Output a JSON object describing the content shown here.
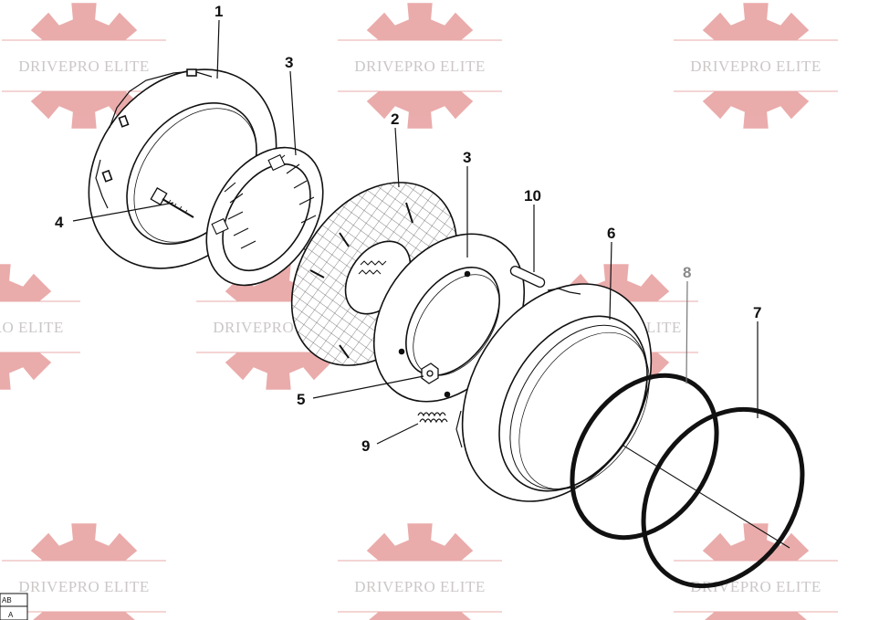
{
  "watermark": {
    "text": "DRIVEPRO ELITE",
    "gear_color": "#e8a3a3"
  },
  "callouts": {
    "c1": "1",
    "c3a": "3",
    "c2": "2",
    "c3b": "3",
    "c4": "4",
    "c10": "10",
    "c6": "6",
    "c8": "8",
    "c7": "7",
    "c5": "5",
    "c9": "9"
  },
  "corner_tab": {
    "top": "AB",
    "bottom": "A"
  }
}
